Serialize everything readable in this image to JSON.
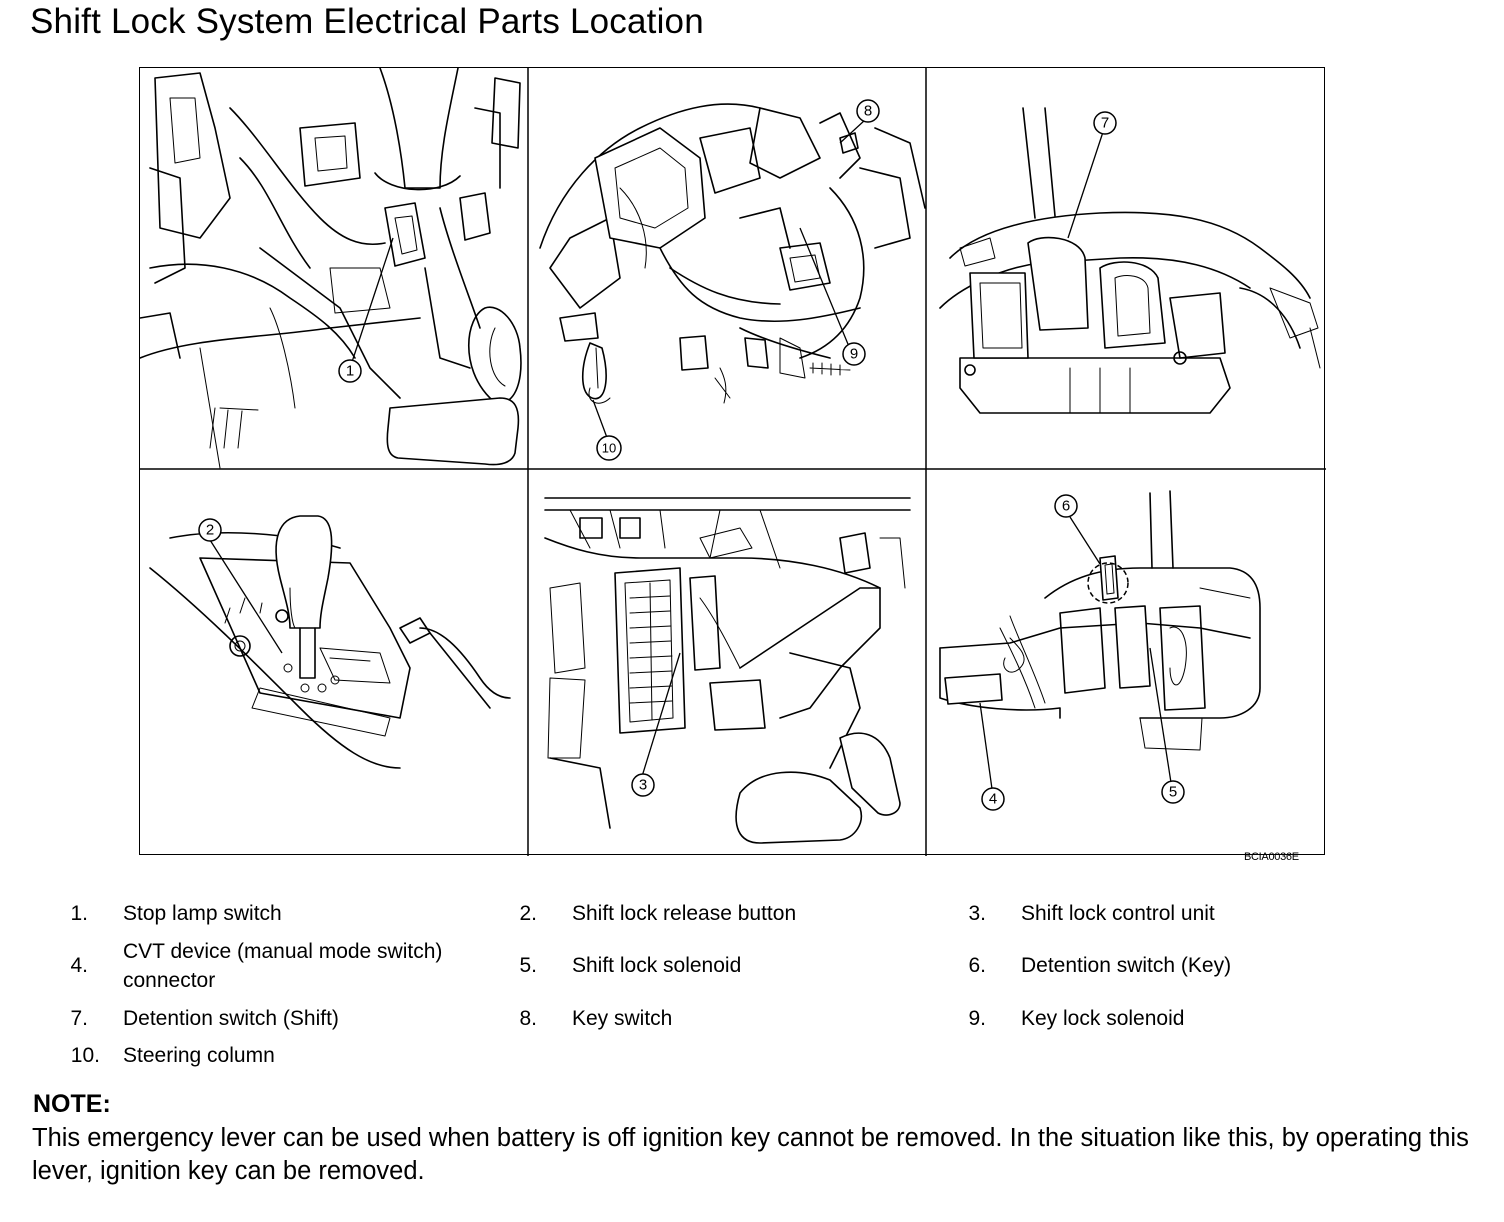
{
  "title": "Shift Lock System Electrical Parts Location",
  "figure": {
    "code": "BCIA0036E",
    "callouts": [
      "1",
      "2",
      "3",
      "4",
      "5",
      "6",
      "7",
      "8",
      "9",
      "10"
    ],
    "icons": [
      "stop-lamp-switch-view",
      "shift-selector-view",
      "control-unit-view",
      "solenoid-view",
      "key-switch-view",
      "detention-switch-view"
    ]
  },
  "legend": [
    {
      "num": "1.",
      "label": "Stop lamp switch"
    },
    {
      "num": "2.",
      "label": "Shift lock release button"
    },
    {
      "num": "3.",
      "label": "Shift lock control unit"
    },
    {
      "num": "4.",
      "label": "CVT device (manual mode switch)\nconnector"
    },
    {
      "num": "5.",
      "label": "Shift lock solenoid"
    },
    {
      "num": "6.",
      "label": "Detention switch (Key)"
    },
    {
      "num": "7.",
      "label": "Detention switch (Shift)"
    },
    {
      "num": "8.",
      "label": "Key switch"
    },
    {
      "num": "9.",
      "label": "Key lock solenoid"
    },
    {
      "num": "10.",
      "label": "Steering column"
    }
  ],
  "note": {
    "heading": "NOTE:",
    "text": "This emergency lever can be used when battery is off ignition key cannot be removed. In the situation like this, by operating this lever, ignition key can be removed."
  }
}
